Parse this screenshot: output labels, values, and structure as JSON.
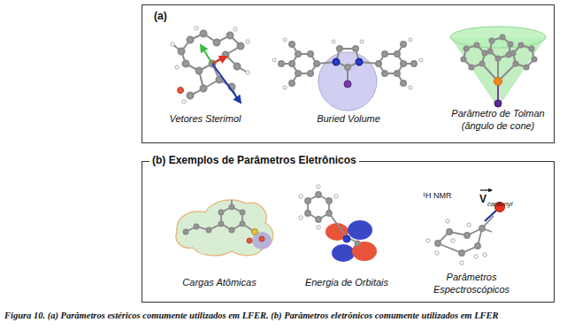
{
  "diagram": {
    "caption": "Figura 10. (a) Parâmetros estéricos comumente utilizados em LFER. (b) Parâmetros eletrônicos comumente utilizados em LFER",
    "nodes": [
      {
        "text": [
          "(a)"
        ]
      },
      {
        "text": [
          "(b) Exemplos de Parâmetros Eletrônicos"
        ]
      }
    ],
    "labels": [
      "Vetores Sterimol",
      "Buried Volume",
      "Parâmetro de Tolman (ângulo de cone)",
      "¹H NMR",
      "V",
      "carbonyl",
      "Cargas Atômicas",
      "Energia de Orbitais",
      "Parâmetros Espectroscópicos"
    ]
  }
}
